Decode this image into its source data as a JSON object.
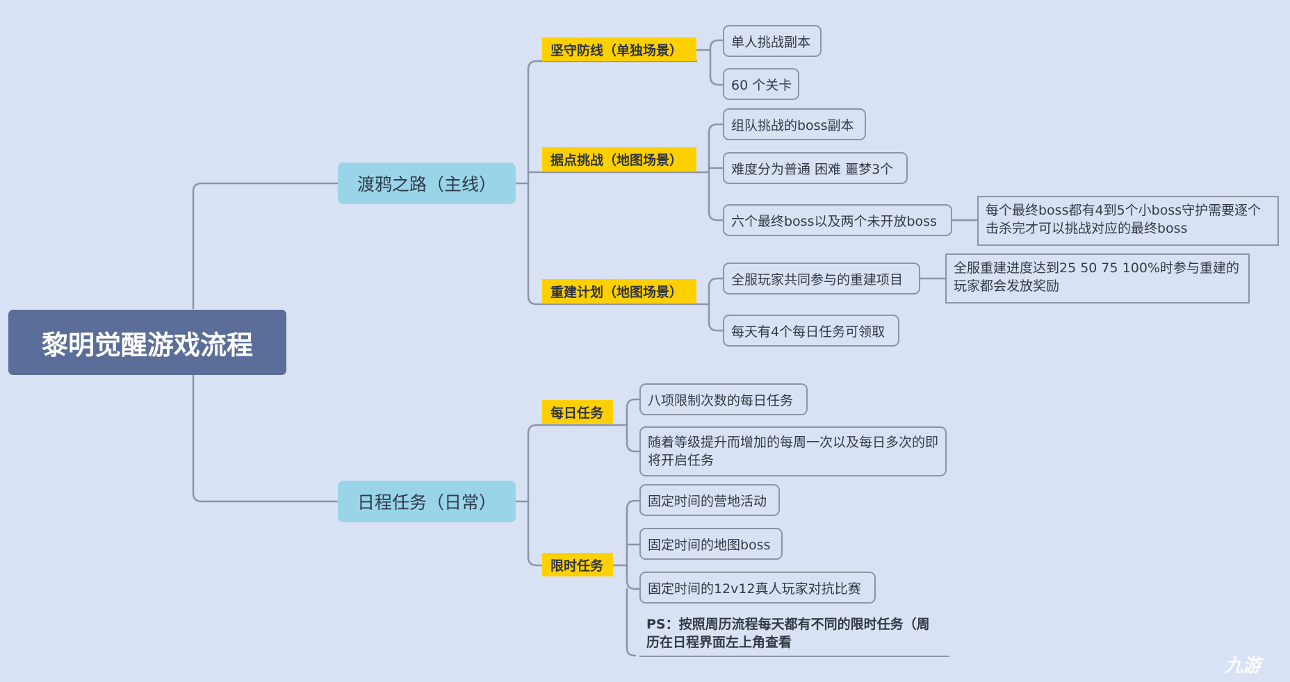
{
  "root": {
    "title": "黎明觉醒游戏流程"
  },
  "branches": [
    {
      "label": "渡鸦之路（主线）",
      "groups": [
        {
          "tag": "坚守防线（单独场景）",
          "items": [
            "单人挑战副本",
            "60 个关卡"
          ]
        },
        {
          "tag": "据点挑战（地图场景）",
          "items": [
            "组队挑战的boss副本",
            "难度分为普通 困难 噩梦3个",
            "六个最终boss以及两个未开放boss"
          ],
          "note": "每个最终boss都有4到5个小boss守护需要逐个击杀完才可以挑战对应的最终boss"
        },
        {
          "tag": "重建计划（地图场景）",
          "items": [
            "全服玩家共同参与的重建项目",
            "每天有4个每日任务可领取"
          ],
          "note": "全服重建进度达到25 50 75 100%时参与重建的玩家都会发放奖励"
        }
      ]
    },
    {
      "label": "日程任务（日常）",
      "groups": [
        {
          "tag": "每日任务",
          "items": [
            "八项限制次数的每日任务",
            "随着等级提升而增加的每周一次以及每日多次的即将开启任务"
          ]
        },
        {
          "tag": "限时任务",
          "items": [
            "固定时间的营地活动",
            "固定时间的地图boss",
            "固定时间的12v12真人玩家对抗比赛"
          ],
          "ps": "PS：按照周历流程每天都有不同的限时任务（周历在日程界面左上角查看"
        }
      ]
    }
  ],
  "watermark": "九游",
  "colors": {
    "background": "#d9e2f4",
    "root": "#5b6e99",
    "main": "#99d4e8",
    "tag": "#ffd000",
    "line": "#8d95a4"
  }
}
